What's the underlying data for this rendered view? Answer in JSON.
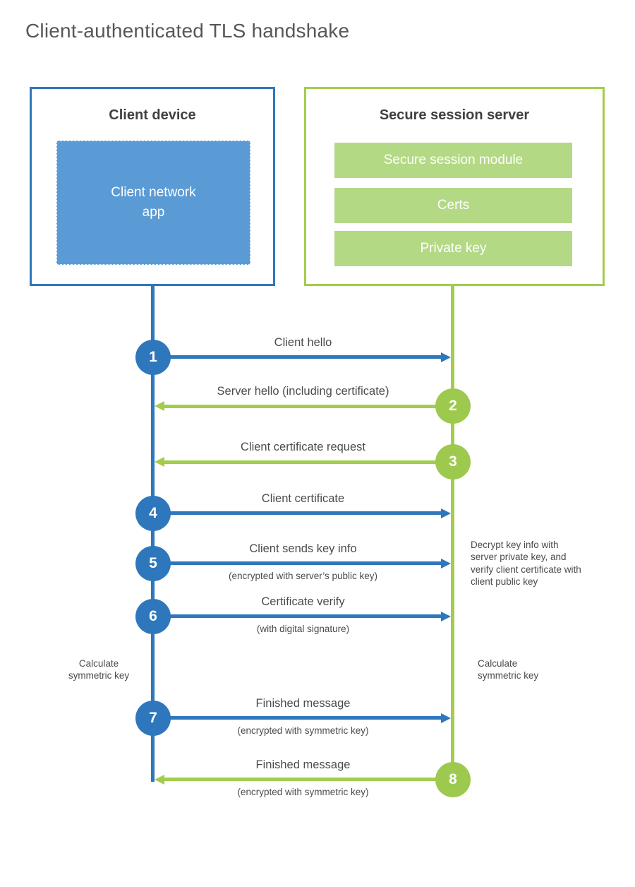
{
  "title": "Client-authenticated TLS handshake",
  "colors": {
    "blue_primary": "#2e77bc",
    "blue_fill": "#5b9bd5",
    "green_primary": "#a2cd4c",
    "green_circle": "#9dc94f",
    "green_fill": "#b4d985",
    "text_dark": "#4a4b4d",
    "title_gray": "#56575a"
  },
  "client_box": {
    "title": "Client device",
    "app_label": "Client network app"
  },
  "server_box": {
    "title": "Secure session server",
    "modules": [
      "Secure session module",
      "Certs",
      "Private key"
    ]
  },
  "steps": [
    {
      "num": "1",
      "label": "Client hello",
      "sub": "",
      "direction": "client-to-server",
      "color": "blue"
    },
    {
      "num": "2",
      "label": "Server hello (including certificate)",
      "sub": "",
      "direction": "server-to-client",
      "color": "green"
    },
    {
      "num": "3",
      "label": "Client certificate request",
      "sub": "",
      "direction": "server-to-client",
      "color": "green"
    },
    {
      "num": "4",
      "label": "Client certificate",
      "sub": "",
      "direction": "client-to-server",
      "color": "blue"
    },
    {
      "num": "5",
      "label": "Client sends key info",
      "sub": "(encrypted with server’s public key)",
      "direction": "client-to-server",
      "color": "blue"
    },
    {
      "num": "6",
      "label": "Certificate verify",
      "sub": "(with digital signature)",
      "direction": "client-to-server",
      "color": "blue"
    },
    {
      "num": "7",
      "label": "Finished message",
      "sub": "(encrypted with symmetric key)",
      "direction": "client-to-server",
      "color": "blue"
    },
    {
      "num": "8",
      "label": "Finished message",
      "sub": "(encrypted with symmetric key)",
      "direction": "server-to-client",
      "color": "green"
    }
  ],
  "notes": {
    "decrypt_note": "Decrypt key info with server private key, and verify client certificate with client public key",
    "calculate_left": "Calculate symmetric key",
    "calculate_right": "Calculate symmetric key"
  }
}
